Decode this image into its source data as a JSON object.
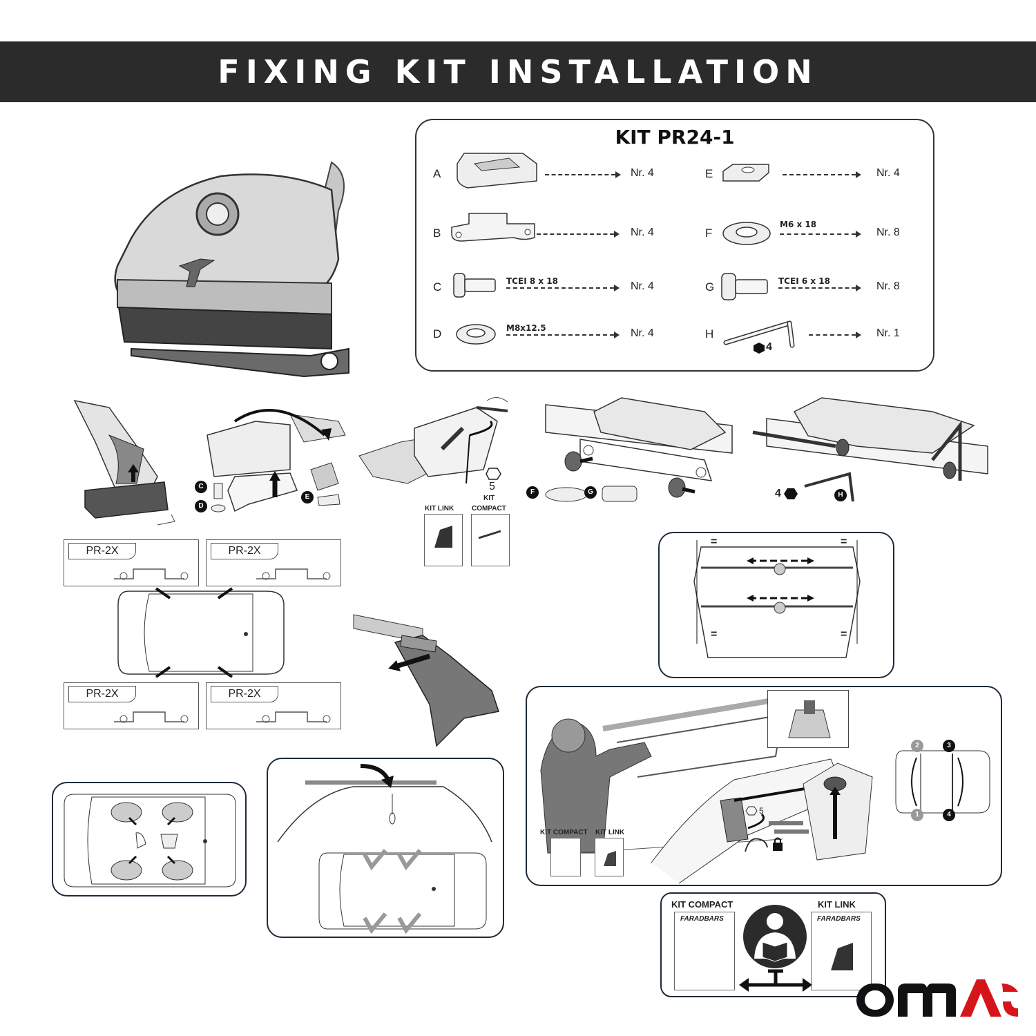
{
  "header": {
    "title": "FIXING KIT INSTALLATION"
  },
  "kit": {
    "title": "KIT PR24-1",
    "items": [
      {
        "letter": "A",
        "spec": "",
        "qty": "Nr. 4"
      },
      {
        "letter": "B",
        "spec": "",
        "qty": "Nr. 4"
      },
      {
        "letter": "C",
        "spec": "TCEI 8 x 18",
        "qty": "Nr. 4"
      },
      {
        "letter": "D",
        "spec": "M8x12.5",
        "qty": "Nr. 4"
      },
      {
        "letter": "E",
        "spec": "",
        "qty": "Nr. 4"
      },
      {
        "letter": "F",
        "spec": "M6 x 18",
        "qty": "Nr. 8"
      },
      {
        "letter": "G",
        "spec": "TCEI 6 x 18",
        "qty": "Nr. 8"
      },
      {
        "letter": "H",
        "spec": "",
        "qty": "Nr. 1"
      }
    ],
    "hex_size": "4"
  },
  "step1": {
    "badges": [
      "C",
      "D",
      "E"
    ]
  },
  "step2": {
    "hex_size": "5",
    "kit_label": "KIT",
    "doc_link": "KIT LINK",
    "doc_compact": "COMPACT"
  },
  "step3": {
    "badges": [
      "F",
      "G"
    ]
  },
  "step4": {
    "hex_size": "4",
    "badge": "H"
  },
  "pr_labels": [
    "PR-2X",
    "PR-2X",
    "PR-2X",
    "PR-2X"
  ],
  "equal_marks": [
    "=",
    "=",
    "=",
    "="
  ],
  "final_step": {
    "doc_compact": "KIT COMPACT",
    "doc_link": "KIT LINK",
    "hex_size": "5",
    "order": [
      "1",
      "2",
      "3",
      "4"
    ]
  },
  "manual_panel": {
    "left": "KIT COMPACT",
    "right": "KIT LINK",
    "brand": "FARADBARS"
  },
  "logo": {
    "text": "OMAC",
    "color_main": "#111111",
    "color_accent": "#d6151b"
  }
}
